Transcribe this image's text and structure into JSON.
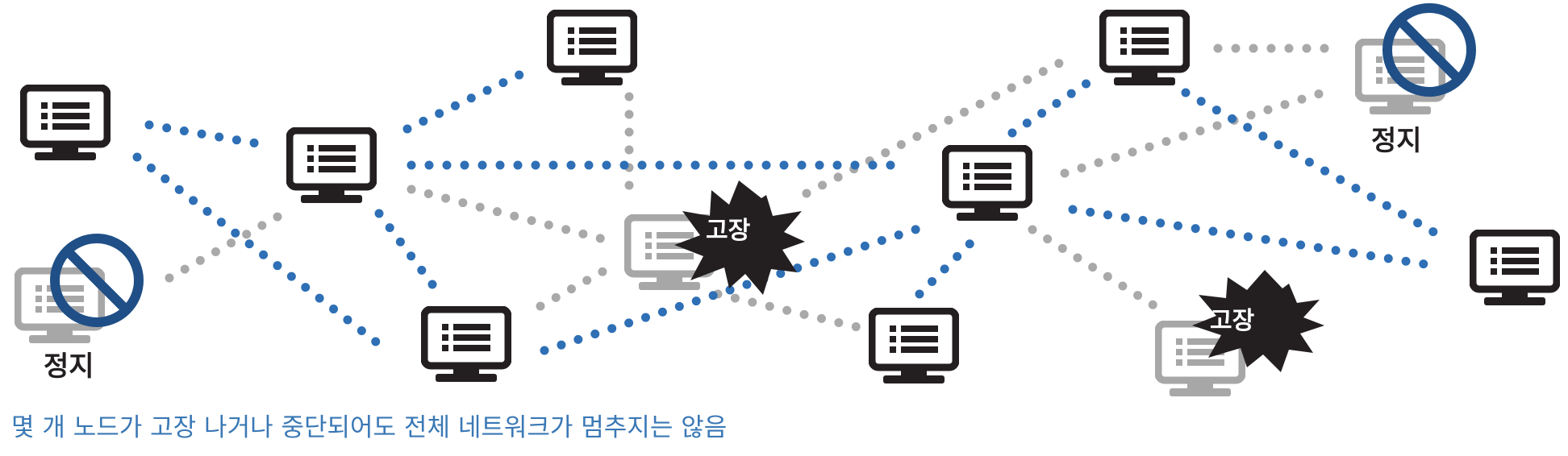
{
  "colors": {
    "active_node": "#231f20",
    "inactive_node": "#a7a7a7",
    "active_link": "#2e6fb5",
    "inactive_link": "#a9a9a9",
    "stop_sign": "#1f4f86",
    "burst": "#231f20",
    "caption": "#3a78b5"
  },
  "labels": {
    "stopped": "정지",
    "failure": "고장"
  },
  "caption": "몇 개 노드가 고장 나거나 중단되어도 전체 네트워크가 멈추지는 않음"
}
